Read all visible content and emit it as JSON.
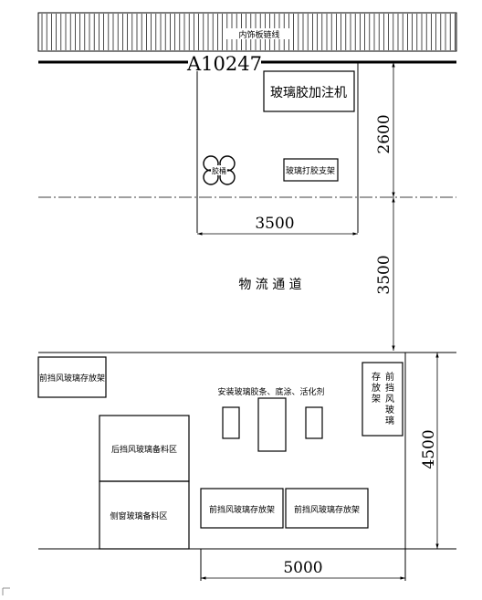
{
  "header": {
    "conveyor_label": "内饰板链线",
    "station_code": "A10247"
  },
  "zone_top": {
    "machine": "玻璃胶加注机",
    "glue_barrel": "胶桶",
    "stand": "玻璃打胶支架"
  },
  "aisle": {
    "label": "物 流 通 道"
  },
  "zone_bottom": {
    "front_rack_left": "前挡风玻璃存放架",
    "process_label": "安装玻璃胶条、底涂、活化剂",
    "front_rack_right": "存放架前挡风玻璃",
    "rear_staging": "后挡风玻璃备料区",
    "side_staging": "侧窗玻璃备料区",
    "front_rack_bottom_1": "前挡风玻璃存放架",
    "front_rack_bottom_2": "前挡风玻璃存放架"
  },
  "dimensions": {
    "top_width": "3500",
    "top_depth": "2600",
    "aisle_width": "3500",
    "bottom_depth": "4500",
    "bottom_width": "5000"
  }
}
